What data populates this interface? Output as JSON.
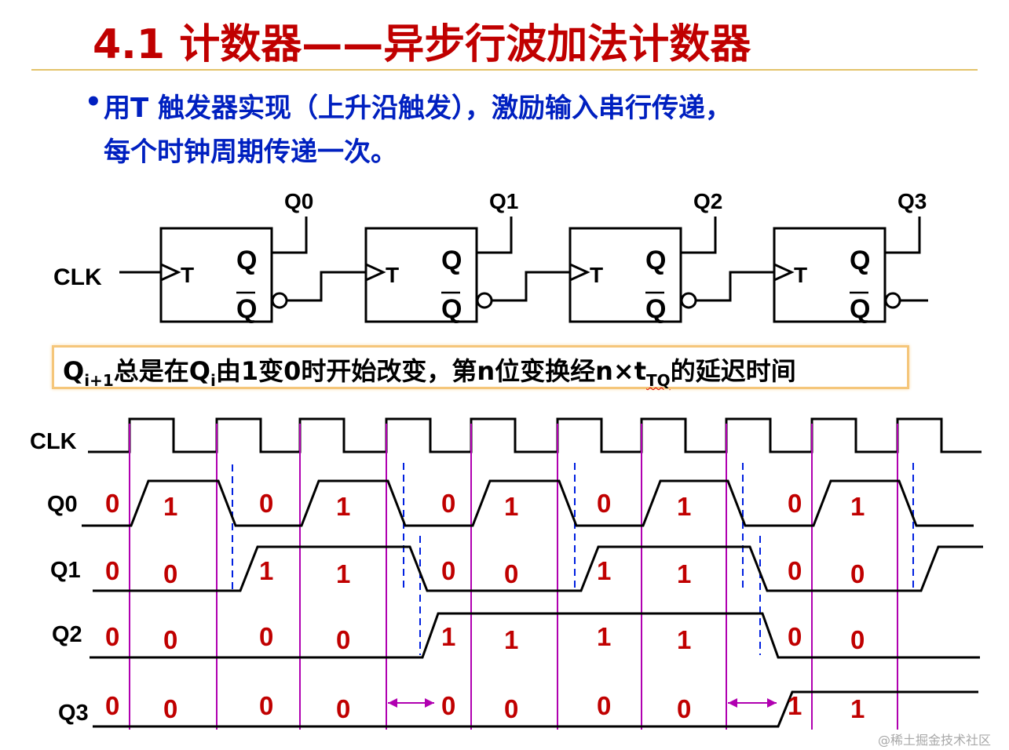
{
  "title": "4.1 计数器——异步行波加法计数器",
  "bullet_symbol": "•",
  "bullet_line1": "用T 触发器实现（上升沿触发），激励输入串行传递，",
  "bullet_line2": "每个时钟周期传递一次。",
  "circuit": {
    "clk_label": "CLK",
    "ff_input_label": "T",
    "ff_q_label": "Q",
    "ff_qbar_label": "Q",
    "outputs": [
      "Q0",
      "Q1",
      "Q2",
      "Q3"
    ]
  },
  "note": {
    "q": "Q",
    "sub_i1": "i+1",
    "mid1": "总是在Q",
    "sub_i": "i",
    "mid2": "由1变0时开始改变，第n位变换经n×t",
    "sub_tq": "TQ",
    "end": "的延迟时间"
  },
  "timing": {
    "row_labels": [
      "CLK",
      "Q0",
      "Q1",
      "Q2",
      "Q3"
    ],
    "values": {
      "Q0": [
        "0",
        "1",
        "0",
        "1",
        "0",
        "1",
        "0",
        "1",
        "0",
        "1"
      ],
      "Q1": [
        "0",
        "0",
        "1",
        "1",
        "0",
        "0",
        "1",
        "1",
        "0",
        "0"
      ],
      "Q2": [
        "0",
        "0",
        "0",
        "0",
        "1",
        "1",
        "1",
        "1",
        "0",
        "0"
      ],
      "Q3": [
        "0",
        "0",
        "0",
        "0",
        "0",
        "0",
        "0",
        "0",
        "1",
        "1"
      ]
    },
    "colors": {
      "signal": "#000000",
      "value": "#c00000",
      "clock_edge": "#b000b0",
      "delay": "#0020e0"
    }
  },
  "watermark": "@稀土掘金技术社区"
}
